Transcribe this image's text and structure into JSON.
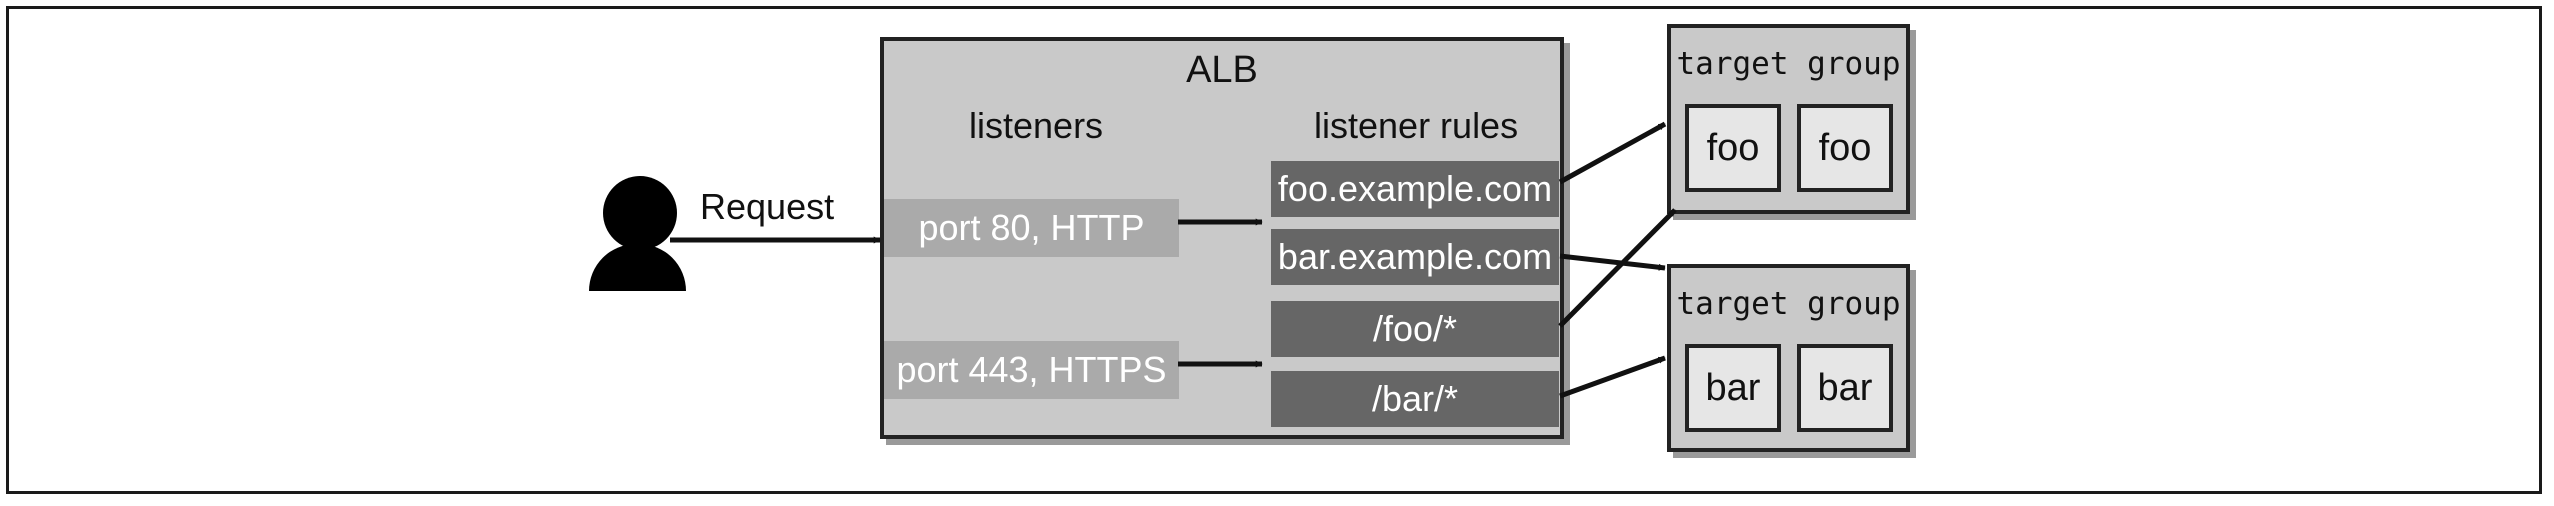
{
  "user": {
    "icon": "person-icon",
    "request_label": "Request"
  },
  "alb": {
    "title": "ALB",
    "listeners_heading": "listeners",
    "rules_heading": "listener rules",
    "listeners": [
      "port 80, HTTP",
      "port 443, HTTPS"
    ],
    "rules": [
      "foo.example.com",
      "bar.example.com",
      "/foo/*",
      "/bar/*"
    ]
  },
  "target_groups": [
    {
      "title": "target group",
      "targets": [
        "foo",
        "foo"
      ]
    },
    {
      "title": "target group",
      "targets": [
        "bar",
        "bar"
      ]
    }
  ],
  "colors": {
    "alb_fill": "#c9c9c9",
    "listener_fill": "#aaaaaa",
    "rule_fill": "#666666",
    "target_fill": "#e6e6e6",
    "stroke": "#222222"
  }
}
